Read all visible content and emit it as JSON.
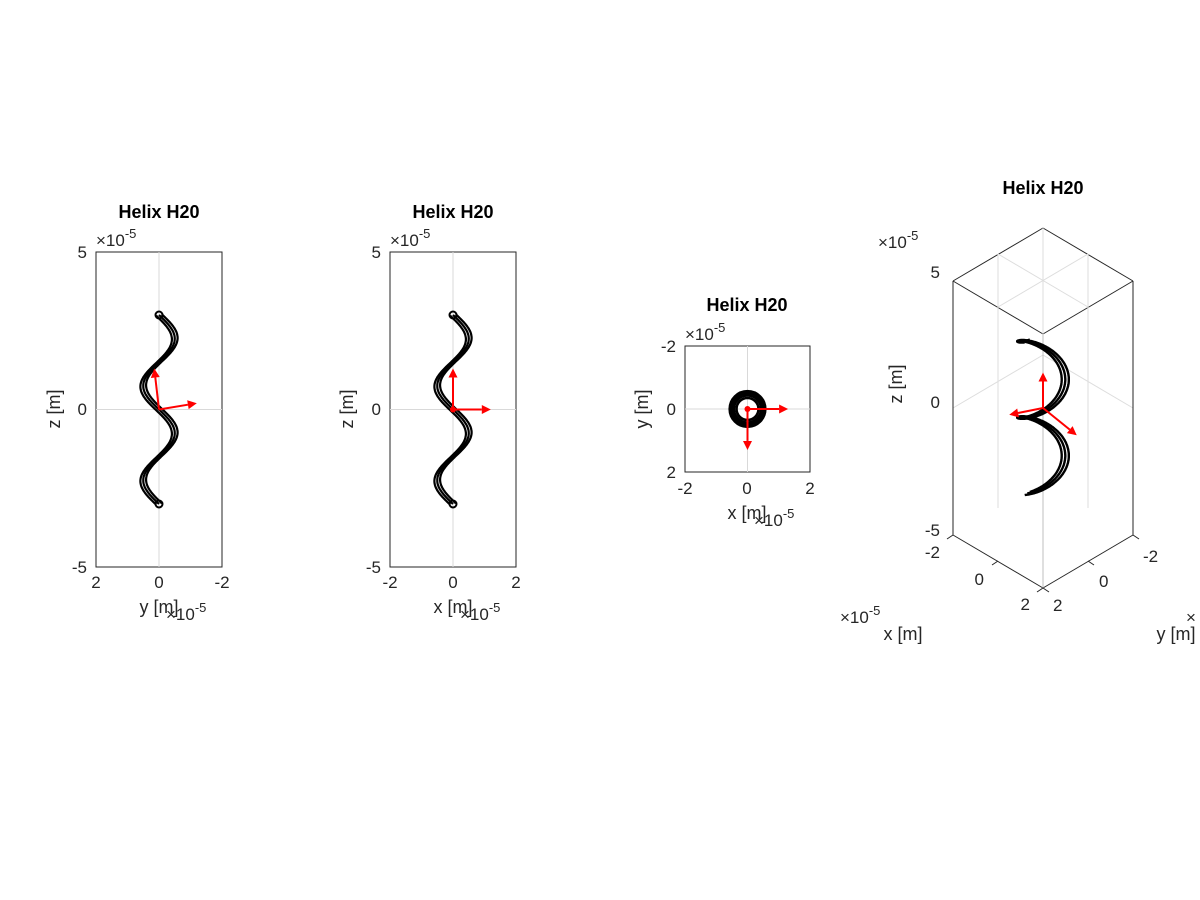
{
  "chart_data": [
    {
      "type": "line",
      "view": "side-yz",
      "title": "Helix H20",
      "xlabel": "y [m]",
      "ylabel": "z [m]",
      "xlim": [
        2,
        -2
      ],
      "ylim": [
        -5,
        5
      ],
      "x_ticks": [
        "2",
        "0",
        "-2"
      ],
      "y_ticks": [
        "5",
        "0",
        "-5"
      ],
      "x_exponent": "×10",
      "x_exponent_power": "-5",
      "y_exponent": "×10",
      "y_exponent_power": "-5",
      "grid": true,
      "helix": {
        "radius": 0.5,
        "half_length": 3,
        "turns": 2
      },
      "frame": {
        "origin": [
          0,
          0
        ],
        "axes": [
          [
            -1.2,
            0.2
          ],
          [
            0.15,
            1.3
          ]
        ],
        "color": "#ff0000"
      }
    },
    {
      "type": "line",
      "view": "side-xz",
      "title": "Helix H20",
      "xlabel": "x [m]",
      "ylabel": "z [m]",
      "xlim": [
        -2,
        2
      ],
      "ylim": [
        -5,
        5
      ],
      "x_ticks": [
        "-2",
        "0",
        "2"
      ],
      "y_ticks": [
        "5",
        "0",
        "-5"
      ],
      "x_exponent": "×10",
      "x_exponent_power": "-5",
      "y_exponent": "×10",
      "y_exponent_power": "-5",
      "grid": true,
      "helix": {
        "radius": 0.5,
        "half_length": 3,
        "turns": 2
      },
      "frame": {
        "origin": [
          0,
          0
        ],
        "axes": [
          [
            1.2,
            0
          ],
          [
            0,
            1.3
          ]
        ],
        "color": "#ff0000"
      }
    },
    {
      "type": "line",
      "view": "top-xy",
      "title": "Helix H20",
      "xlabel": "x [m]",
      "ylabel": "y [m]",
      "xlim": [
        -2,
        2
      ],
      "ylim": [
        2,
        -2
      ],
      "x_ticks": [
        "-2",
        "0",
        "2"
      ],
      "y_ticks": [
        "-2",
        "0",
        "2"
      ],
      "x_exponent": "×10",
      "x_exponent_power": "-5",
      "y_exponent": "×10",
      "y_exponent_power": "-5",
      "grid": true,
      "helix": {
        "radius": 0.5
      },
      "frame": {
        "origin": [
          0,
          0
        ],
        "axes": [
          [
            1.3,
            0
          ],
          [
            0,
            1.3
          ]
        ],
        "color": "#ff0000"
      }
    },
    {
      "type": "line",
      "view": "3d",
      "title": "Helix H20",
      "xlabel": "x [m]",
      "ylabel": "y [m]",
      "zlabel": "z [m]",
      "xlim": [
        -2,
        2
      ],
      "ylim": [
        -2,
        2
      ],
      "zlim": [
        -5,
        5
      ],
      "x_ticks": [
        "-2",
        "0",
        "2"
      ],
      "y_ticks": [
        "-2",
        "0",
        "2"
      ],
      "z_ticks": [
        "5",
        "0",
        "-5"
      ],
      "x_exponent": "×10",
      "x_exponent_power": "-5",
      "y_exponent": "×",
      "z_exponent": "×10",
      "z_exponent_power": "-5",
      "grid": true,
      "helix": {
        "radius": 0.5,
        "half_length": 3,
        "turns": 2
      },
      "frame": {
        "color": "#ff0000"
      }
    }
  ]
}
